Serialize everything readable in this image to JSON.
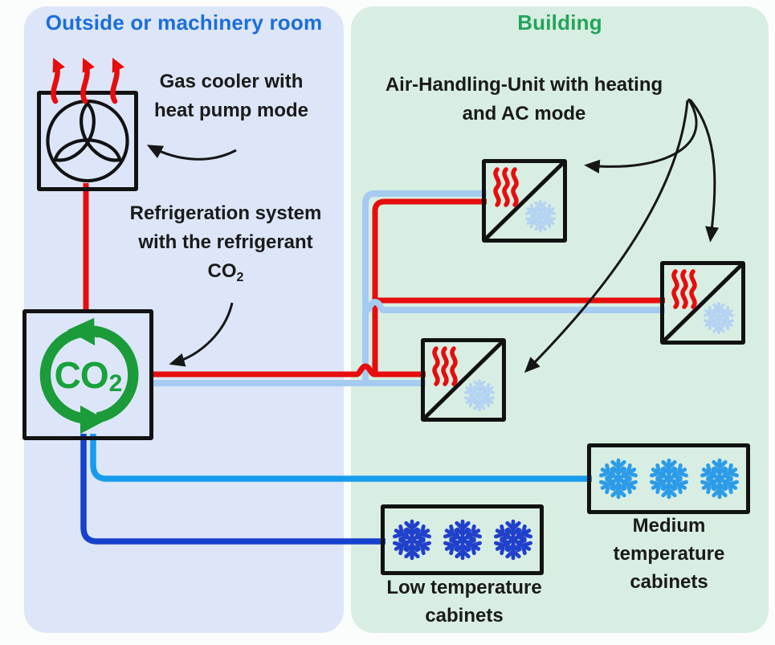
{
  "panels": {
    "outside": {
      "title": "Outside or machinery room",
      "title_color": "#1b6ed9",
      "bg": "#dce6f8"
    },
    "building": {
      "title": "Building",
      "title_color": "#22a55b",
      "bg": "#d8eee2"
    }
  },
  "components": {
    "gas_cooler": {
      "label_line1": "Gas cooler with",
      "label_line2": "heat pump mode"
    },
    "refrigeration_system": {
      "label_line1": "Refrigeration system",
      "label_line2": "with the refrigerant",
      "refrigerant_base": "CO",
      "refrigerant_sub": "2"
    },
    "co2_unit": {
      "text_base": "CO",
      "text_sub": "2"
    },
    "air_handling_units": {
      "label_line1": "Air-Handling-Unit with heating",
      "label_line2": "and AC mode",
      "count": 3
    },
    "medium_cabinets": {
      "label_line1": "Medium",
      "label_line2": "temperature",
      "label_line3": "cabinets",
      "snowflake_count": 3
    },
    "low_cabinets": {
      "label_line1": "Low temperature",
      "label_line2": "cabinets",
      "snowflake_count": 3
    }
  },
  "colors": {
    "hot_pipe": "#e60d0d",
    "return_pipe": "#a6cbf0",
    "medium_pipe": "#169ced",
    "low_pipe": "#1541cd",
    "cycle_green": "#1b9b39",
    "snow_pale": "#b4d3f2",
    "snow_medium": "#2d9ce8",
    "snow_low": "#2140cb",
    "outline_black": "#121212"
  }
}
